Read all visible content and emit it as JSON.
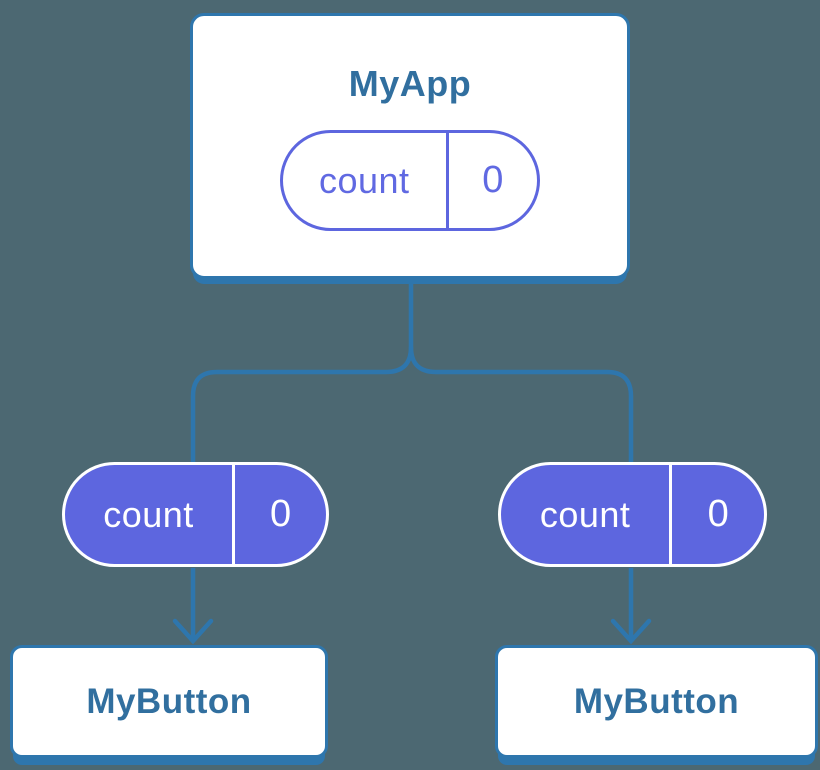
{
  "colors": {
    "background": "#4C6872",
    "connector": "#2E76AD",
    "node_fill": "#FFFFFF",
    "node_label": "#316F9F",
    "purple": "#5D66DF",
    "pill_text_on_purple": "#FFFFFF",
    "pill_text_outline": "#6069E2"
  },
  "tree": {
    "root": {
      "title": "MyApp",
      "state_pill": {
        "key": "count",
        "value": "0"
      }
    },
    "children": [
      {
        "title": "MyButton",
        "prop_pill": {
          "key": "count",
          "value": "0"
        }
      },
      {
        "title": "MyButton",
        "prop_pill": {
          "key": "count",
          "value": "0"
        }
      }
    ]
  }
}
